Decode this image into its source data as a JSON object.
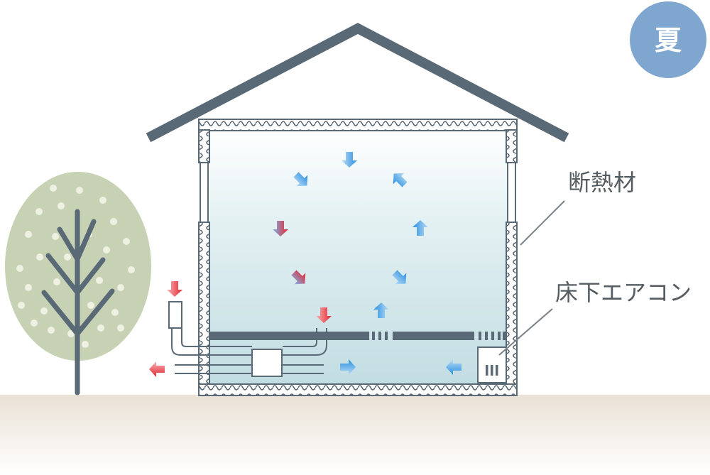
{
  "season_badge": {
    "text": "夏",
    "color": "#7fa6cf"
  },
  "labels": {
    "insulation": "断熱材",
    "underfloor_aircon": "床下エアコン"
  },
  "colors": {
    "roof": "#5a6976",
    "ground": "#f1ece4",
    "room_top": "#ffffff",
    "room_bottom": "#c4dfe4",
    "tree_canopy": "#c7d2b5",
    "cool_arrow": "#4aa3e8",
    "warm_arrow": "#e8424a"
  },
  "icons": {
    "season": "summer-badge-icon",
    "tree": "tree-icon",
    "ventilation": "heat-exchanger-icon",
    "aircon": "aircon-unit-icon"
  }
}
